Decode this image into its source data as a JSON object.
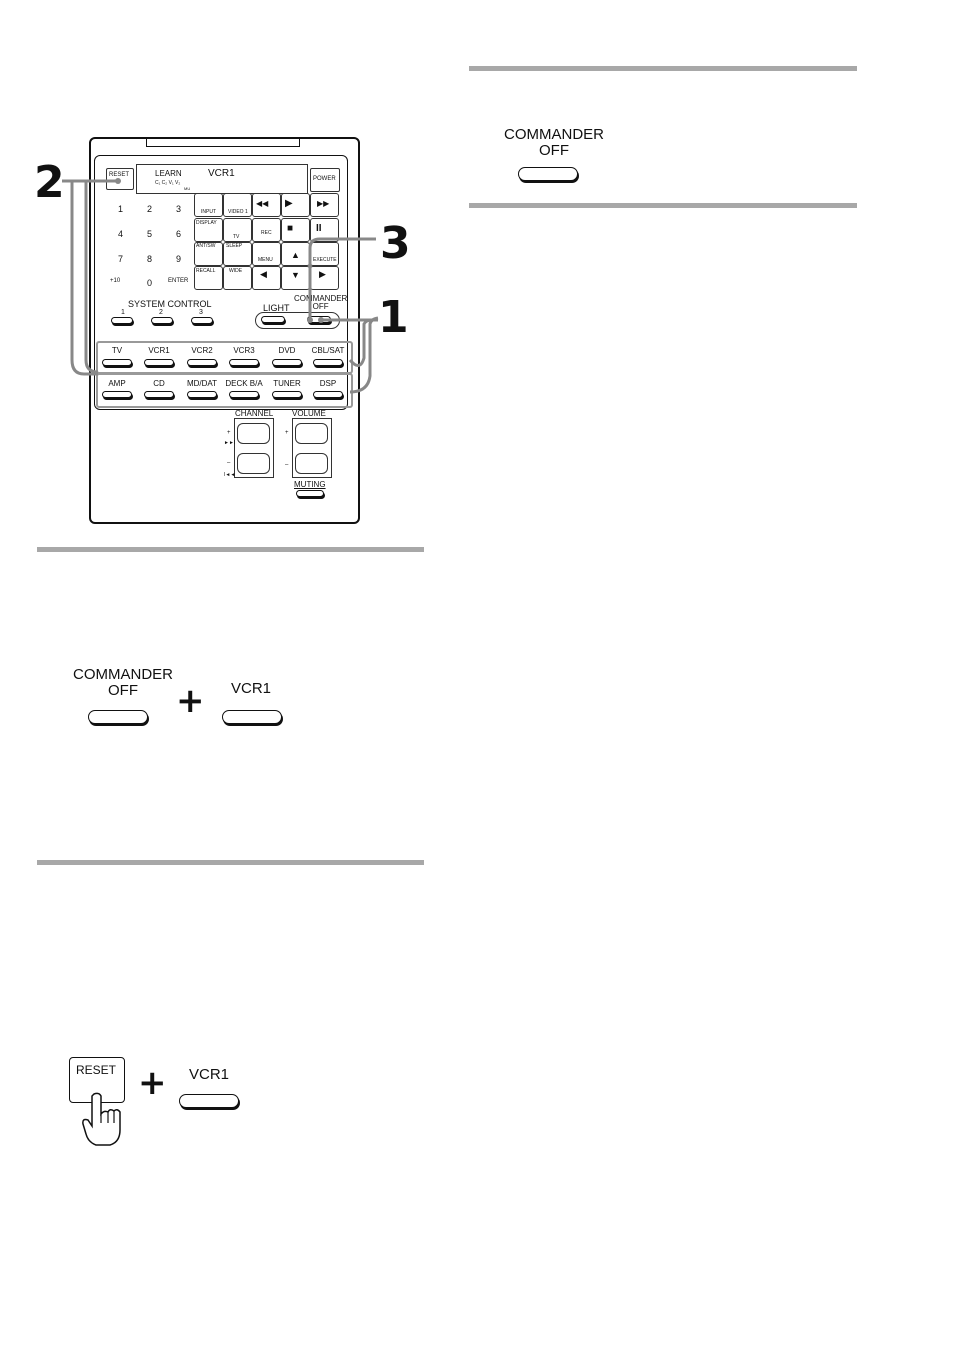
{
  "callouts": {
    "one": "1",
    "two": "2",
    "three": "3"
  },
  "plus_sign": "+",
  "step_right": {
    "button_label_line1": "COMMANDER",
    "button_label_line2": "OFF"
  },
  "step_a": {
    "left_label_line1": "COMMANDER",
    "left_label_line2": "OFF",
    "right_label": "VCR1"
  },
  "step_b": {
    "reset_label": "RESET",
    "right_label": "VCR1"
  },
  "remote": {
    "display": {
      "reset": "RESET",
      "learn": "LEARN",
      "mode": "VCR1",
      "indicators": "C₁ C₂ V₁ V₂",
      "mu": "MU",
      "power": "POWER"
    },
    "keypad": {
      "digits": [
        "1",
        "2",
        "3",
        "4",
        "5",
        "6",
        "7",
        "8",
        "9",
        "+10",
        "0",
        "ENTER"
      ],
      "small": [
        "INPUT",
        "VIDEO 1",
        "DISPLAY",
        "TV",
        "ANT/SW",
        "SLEEP",
        "RECALL",
        "WIDE",
        "REC",
        "MENU",
        "EXECUTE"
      ],
      "transport": [
        "◀◀",
        "▶",
        "▶▶",
        "■",
        "II"
      ]
    },
    "system_control": {
      "title": "SYSTEM  CONTROL",
      "buttons": [
        "1",
        "2",
        "3"
      ]
    },
    "light": "LIGHT",
    "commander_off_line1": "COMMANDER",
    "commander_off_line2": "OFF",
    "inputs_row1": [
      "TV",
      "VCR1",
      "VCR2",
      "VCR3",
      "DVD",
      "CBL/SAT"
    ],
    "inputs_row2": [
      "AMP",
      "CD",
      "MD/DAT",
      "DECK B/A",
      "TUNER",
      "DSP"
    ],
    "channel": "CHANNEL",
    "volume": "VOLUME",
    "plus": "+",
    "minus": "–",
    "muting": "MUTING"
  }
}
